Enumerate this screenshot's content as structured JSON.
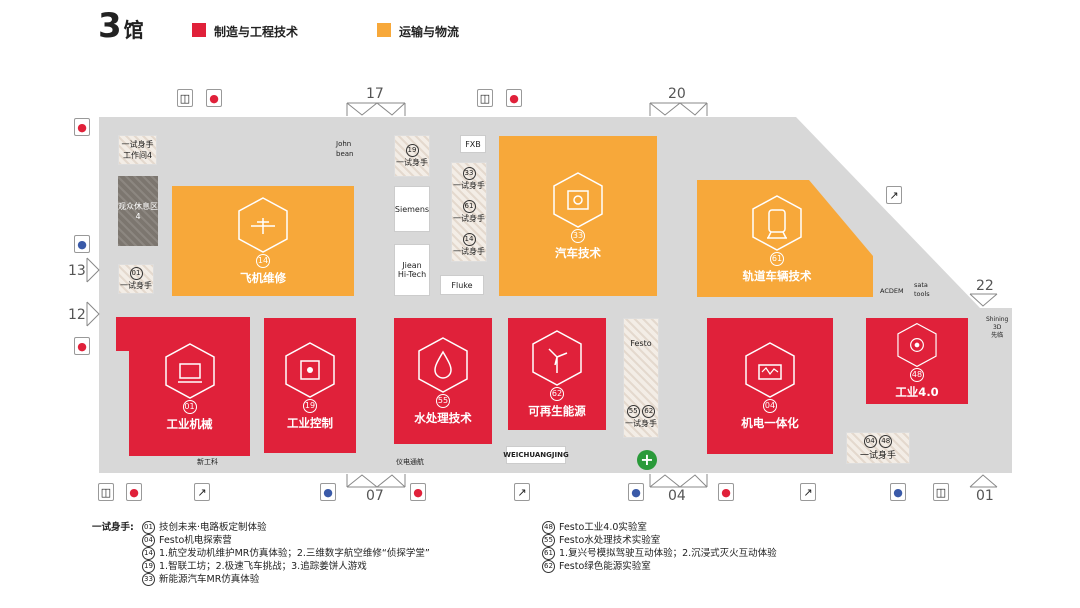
{
  "header": {
    "hall_number": "3",
    "hall_suffix": "馆",
    "legend": [
      {
        "label": "制造与工程技术",
        "color": "#e0213a"
      },
      {
        "label": "运输与物流",
        "color": "#f7a83a"
      }
    ]
  },
  "gates": {
    "g17": "17",
    "g20": "20",
    "g13": "13",
    "g12": "12",
    "g22": "22",
    "g07": "07",
    "g04": "04",
    "g01": "01"
  },
  "booths": {
    "aircraft": {
      "num": "14",
      "name": "飞机维修"
    },
    "auto": {
      "num": "33",
      "name": "汽车技术"
    },
    "rail": {
      "num": "61",
      "name": "轨道车辆技术"
    },
    "industrial_machinery": {
      "num": "01",
      "name": "工业机械"
    },
    "industrial_control": {
      "num": "19",
      "name": "工业控制"
    },
    "water": {
      "num": "55",
      "name": "水处理技术"
    },
    "renewable": {
      "num": "62",
      "name": "可再生能源"
    },
    "mechatronics": {
      "num": "04",
      "name": "机电一体化"
    },
    "industry40": {
      "num": "48",
      "name": "工业4.0"
    }
  },
  "small_booths": {
    "try_workshop4": "一试身手\n工作间4",
    "lounge4": "观众休息区4",
    "try01_num": "01",
    "try01_label": "一试身手",
    "john_bean": "John\nbean",
    "try19_num": "19",
    "try19_label": "一试身手",
    "fxb": "FXB",
    "try33_num": "33",
    "try33_label": "一试身手",
    "try61_num": "61",
    "try61_label": "一试身手",
    "try14_num": "14",
    "try14_label": "一试身手",
    "siemens": "Siemens",
    "jiean": "Jiean\nHi-Tech",
    "fluke": "Fluke",
    "acdem": "ACDEM",
    "sata": "sata\ntools",
    "shining": "Shining\n3D\n先临",
    "festo": "Festo",
    "try5562_num1": "55",
    "try5562_num2": "62",
    "try5562_label": "一试身手",
    "try0448_num1": "04",
    "try0448_num2": "48",
    "try0448_label": "一试身手",
    "xingongke": "新工科",
    "yidiantonghang": "仪电通航",
    "weichuangjing": "WEICHUANGJING"
  },
  "footer": {
    "title": "一试身手:",
    "left": [
      {
        "num": "01",
        "text": "技创未来·电路板定制体验"
      },
      {
        "num": "04",
        "text": "Festo机电探索营"
      },
      {
        "num": "14",
        "text": "1.航空发动机维护MR仿真体验；2.三维数字航空维修“侦探学堂”"
      },
      {
        "num": "19",
        "text": "1.智联工坊；2.极速飞车挑战；3.追踪姜饼人游戏"
      },
      {
        "num": "33",
        "text": "新能源汽车MR仿真体验"
      }
    ],
    "right": [
      {
        "num": "48",
        "text": "Festo工业4.0实验室"
      },
      {
        "num": "55",
        "text": "Festo水处理技术实验室"
      },
      {
        "num": "61",
        "text": "1.复兴号模拟驾驶互动体验；2.沉浸式灭火互动体验"
      },
      {
        "num": "62",
        "text": "Festo绿色能源实验室"
      }
    ]
  }
}
